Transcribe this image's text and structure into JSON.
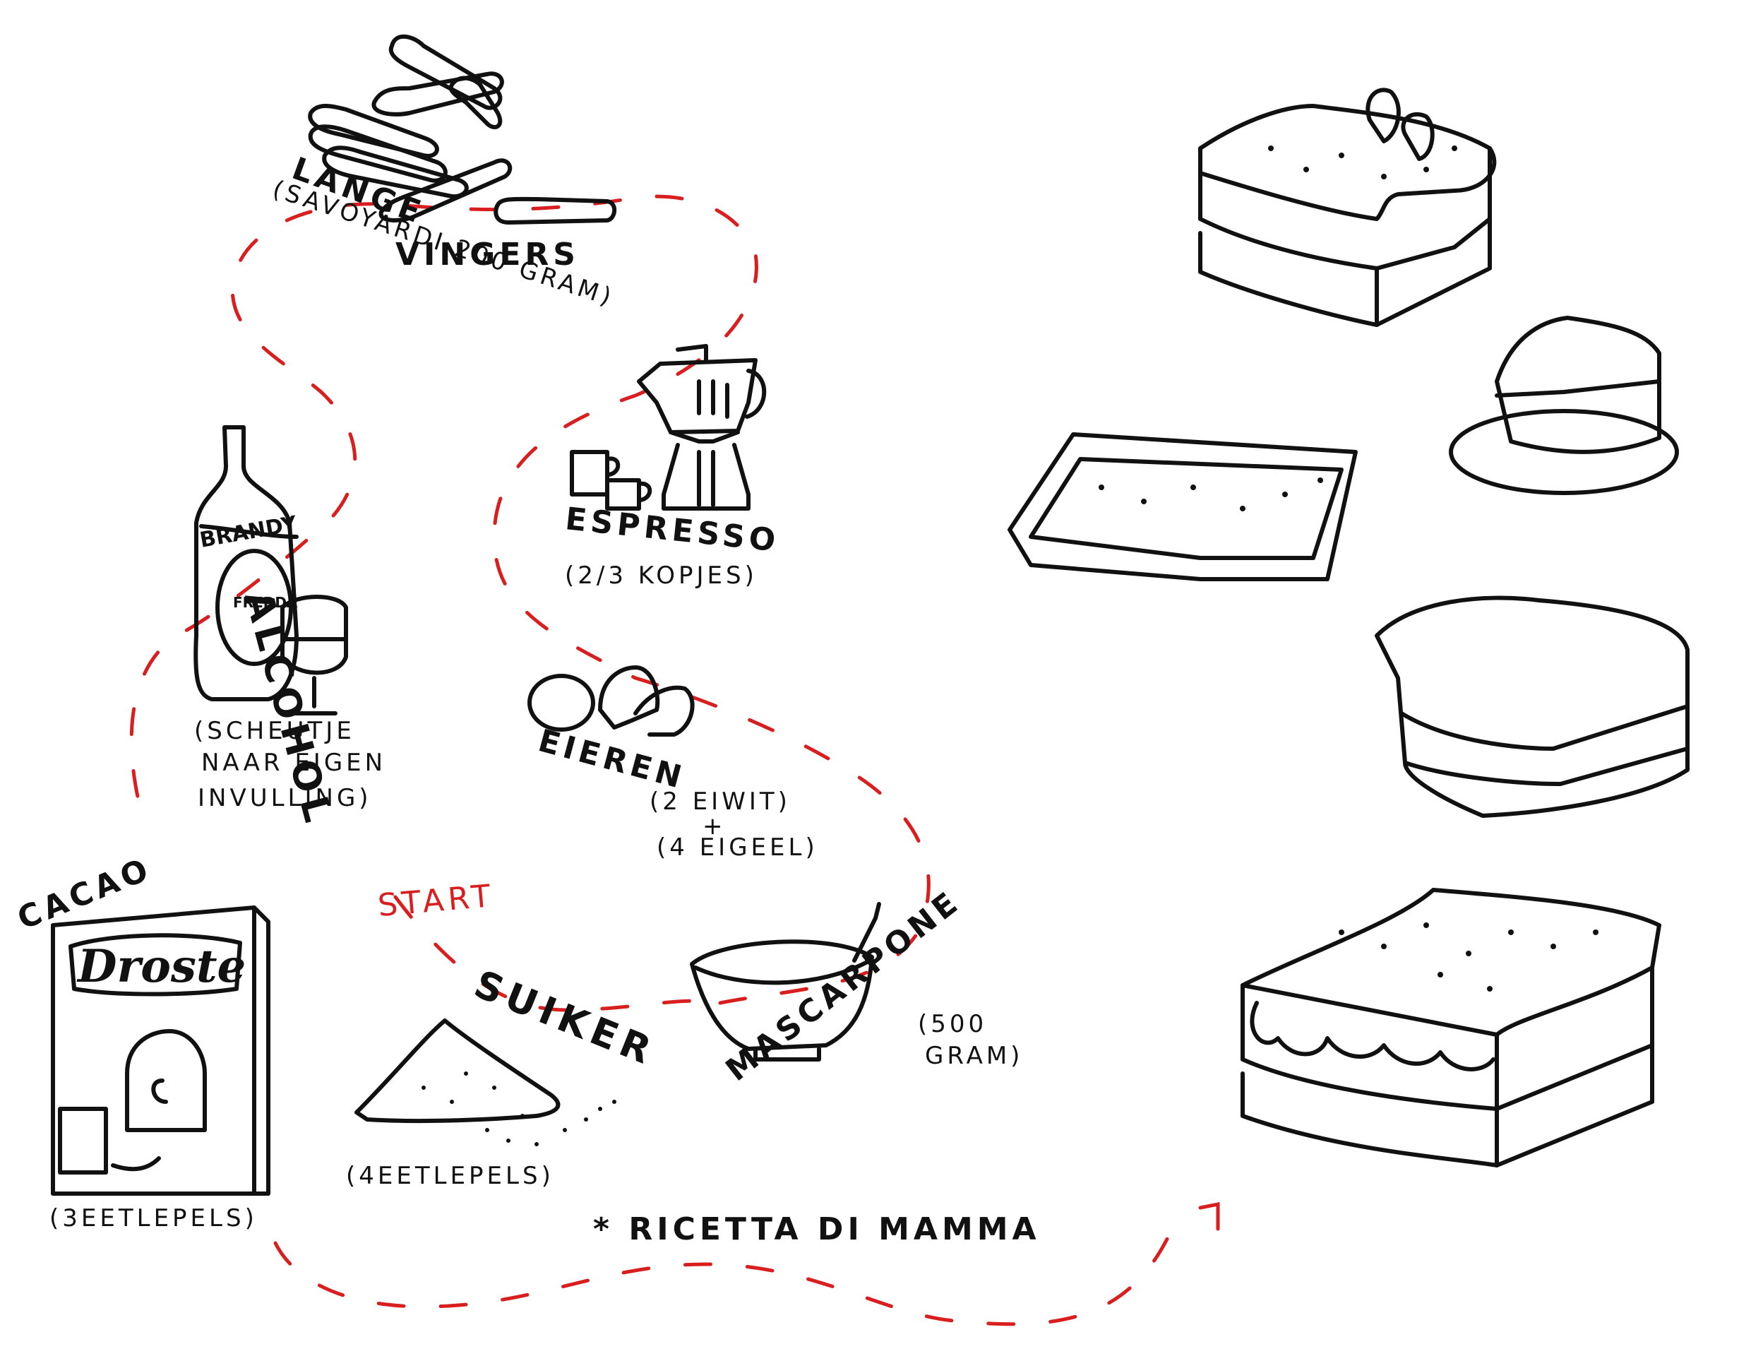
{
  "labels": {
    "lange": "LANGE",
    "vingers": "VINGERS",
    "vingers_note": "(SAVOYARDI 200 GRAM)",
    "espresso": "ESPRESSO",
    "espresso_note": "(2/3 KOPJES)",
    "alcohol": "ALCOHOL",
    "alcohol_note_1": "(SCHEUTJE",
    "alcohol_note_2": "NAAR EIGEN",
    "alcohol_note_3": "INVULLING)",
    "eieren": "EIEREN",
    "eieren_note_1": "(2 EIWIT)",
    "eieren_note_2": "+",
    "eieren_note_3": "(4 EIGEEL)",
    "cacao": "CACAO",
    "cacao_note": "(3EETLEPELS)",
    "start": "START",
    "suiker": "SUIKER",
    "suiker_note": "(4EETLEPELS)",
    "mascarpone": "MASCARPONE",
    "mascarpone_note_1": "(500",
    "mascarpone_note_2": "GRAM)",
    "ricetta": "* RICETTA DI MAMMA"
  },
  "package": {
    "brand": "Droste",
    "bottle_label": "BRANDY",
    "bottle_sub": "FREDDA"
  },
  "colors": {
    "ink": "#111111",
    "path": "#d81e1e",
    "paper": "#ffffff"
  }
}
